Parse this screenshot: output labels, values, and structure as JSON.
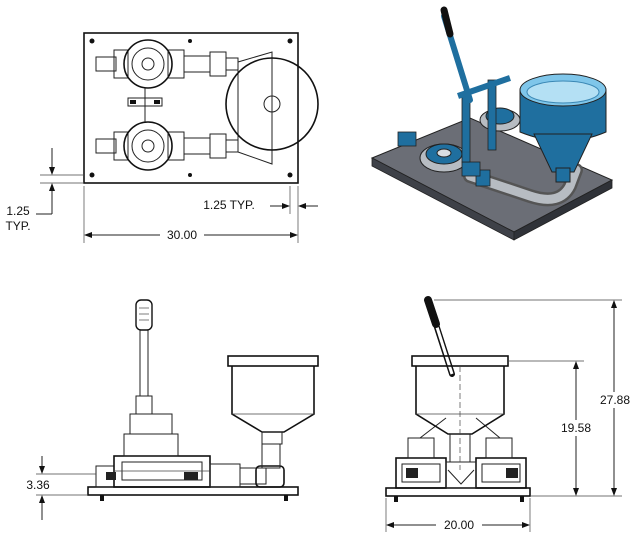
{
  "dimensions": {
    "plate_width": "30.00",
    "edge_offset_horizontal": "1.25 TYP.",
    "edge_offset_vertical_value": "1.25",
    "edge_offset_vertical_suffix": "TYP.",
    "base_height": "3.36",
    "hopper_height": "19.58",
    "overall_height": "27.88",
    "side_width": "20.00"
  },
  "colors": {
    "line": "#222222",
    "plate_dark": "#4a4d55",
    "plate_top": "#6b6e76",
    "hopper_blue": "#1f6f9f",
    "hopper_inner": "#7fc6ea",
    "pipe_gray": "#9aa0a8"
  },
  "views": [
    "top-view",
    "isometric-view",
    "front-view",
    "side-view"
  ]
}
